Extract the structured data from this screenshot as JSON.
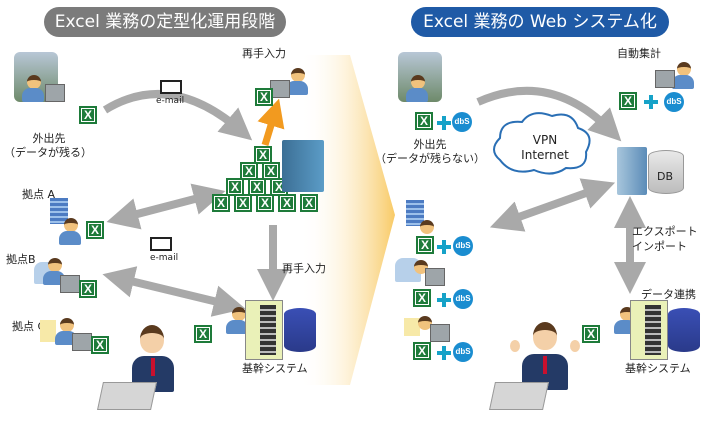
{
  "left_panel": {
    "title": "Excel 業務の定型化運用段階",
    "mobile_label": [
      "外出先",
      "（データが残る）"
    ],
    "email_label_top": "e-mail",
    "email_label_bottom": "e-mail",
    "reentry_label_top": "再手入力",
    "reentry_label_side": "再手入力",
    "site_a": "拠点 A",
    "site_b": "拠点B",
    "site_c": "拠点 C",
    "core_system": "基幹システム"
  },
  "right_panel": {
    "title": "Excel 業務の Web システム化",
    "mobile_label": [
      "外出先",
      "（データが残らない）"
    ],
    "cloud_label": [
      "VPN",
      "Internet"
    ],
    "auto_aggregate": "自動集計",
    "db_label": "DB",
    "export_import": [
      "エクスポート",
      "インポート"
    ],
    "data_link": "データ連携",
    "core_system": "基幹システム"
  },
  "icons": {
    "excel": "excel-icon",
    "dbs": "db-s-icon",
    "dbs_text": "dbS",
    "plus": "plus-icon",
    "envelope": "envelope-icon"
  },
  "colors": {
    "left_pill": "#7b7b7b",
    "right_pill": "#1f5aa6",
    "arrow_gray": "#a9a9a9",
    "arrow_orange": "#f29a1f",
    "excel_green": "#1e7b3a",
    "dbs_blue": "#1a8dd0",
    "transition_gradient": "#f7c04a"
  }
}
